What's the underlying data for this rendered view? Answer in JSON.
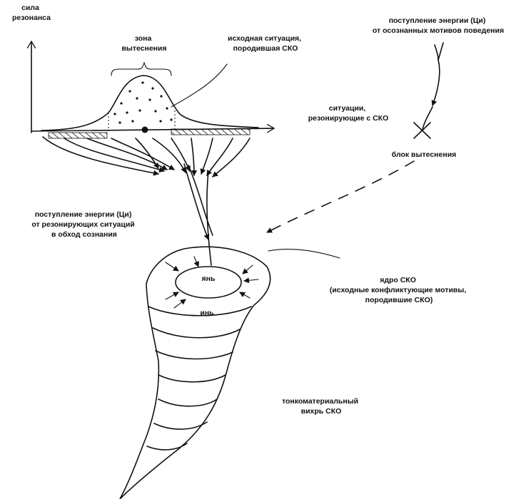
{
  "labels": {
    "y_axis": [
      "сила",
      "резонанса"
    ],
    "displacement_zone": [
      "зона",
      "вытеснения"
    ],
    "initial_situation": [
      "исходная ситуация,",
      "породившая СКО"
    ],
    "resonating_situations": [
      "ситуации,",
      "резонирующие с СКО"
    ],
    "energy_conscious": [
      "поступление энергии (Ци)",
      "от осознанных мотивов поведения"
    ],
    "displacement_block": [
      "блок вытеснения"
    ],
    "energy_bypass": [
      "поступление энергии (Ци)",
      "от резонирующих ситуаций",
      "в обход сознания"
    ],
    "core": [
      "ядро СКО",
      "(исходные конфликтующие мотивы,",
      "породившие СКО)"
    ],
    "yang": [
      "янь"
    ],
    "yin": [
      "инь"
    ],
    "vortex": [
      "тонкоматериальный",
      "вихрь СКО"
    ]
  }
}
